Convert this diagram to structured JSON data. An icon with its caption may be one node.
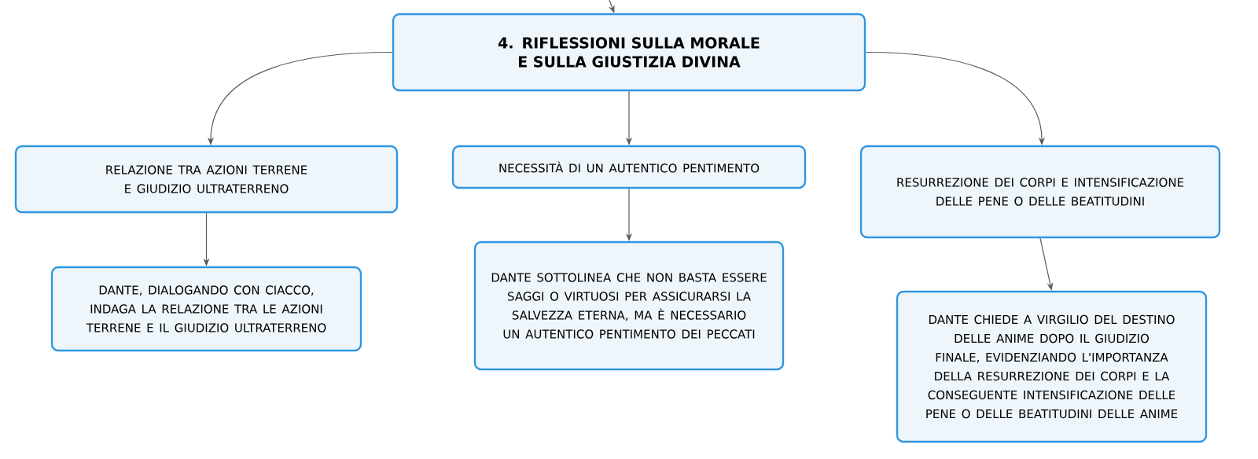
{
  "diagram": {
    "nodes": [
      {
        "text": [
          "4. RIFLESSIONI SULLA MORALE E SULLA GIUSTIZIA DIVINA"
        ]
      },
      {
        "text": [
          "RELAZIONE TRA AZIONI TERRENE E GIUDIZIO ULTRATERRENO"
        ]
      },
      {
        "text": [
          "NECESSITÀ DI UN AUTENTICO PENTIMENTO"
        ]
      },
      {
        "text": [
          "RESURREZIONE DEI CORPI E INTENSIFICAZIONE DELLE PENE O DELLE BEATITUDINI"
        ]
      },
      {
        "text": [
          "DANTE, DIALOGANDO CON CIACCO, INDAGA LA RELAZIONE TRA LE AZIONI TERRENE E IL GIUDIZIO ULTRATERRENO"
        ]
      },
      {
        "text": [
          "DANTE SOTTOLINEA CHE NON BASTA ESSERE SAGGI O VIRTUOSI PER ASSICURARSI LA SALVEZZA ETERNA, MA È NECESSARIO UN AUTENTICO PENTIMENTO DEI PECCATI"
        ]
      },
      {
        "text": [
          "DANTE CHIEDE A VIRGILIO DEL DESTINO DELLE ANIME DOPO IL GIUDIZIO FINALE, EVIDENZIANDO L'IMPORTANZA DELLA RESURREZIONE DEI CORPI E LA CONSEGUENTE INTENSIFICAZIONE DELLE PENE O DELLE BEATITUDINI DELLE ANIME"
        ]
      }
    ],
    "edges": [
      {
        "from": null,
        "to": 0,
        "arrow": "to"
      },
      {
        "from": 0,
        "to": 1,
        "arrow": "to"
      },
      {
        "from": 0,
        "to": 2,
        "arrow": "to"
      },
      {
        "from": 0,
        "to": 3,
        "arrow": "to"
      },
      {
        "from": 1,
        "to": 4,
        "arrow": "to"
      },
      {
        "from": 2,
        "to": 5,
        "arrow": "to"
      },
      {
        "from": 3,
        "to": 6,
        "arrow": "to"
      }
    ]
  }
}
